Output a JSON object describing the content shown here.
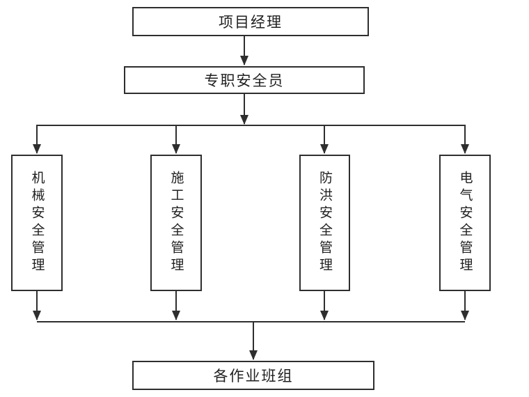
{
  "diagram": {
    "top": {
      "label": "项目经理"
    },
    "safety_officer": {
      "label": "专职安全员"
    },
    "middle_row": [
      {
        "label": "机械安全管理"
      },
      {
        "label": "施工安全管理"
      },
      {
        "label": "防洪安全管理"
      },
      {
        "label": "电气安全管理"
      }
    ],
    "bottom": {
      "label": "各作业班组"
    },
    "colors": {
      "line": "#2e2e2e",
      "background": "#ffffff"
    }
  }
}
